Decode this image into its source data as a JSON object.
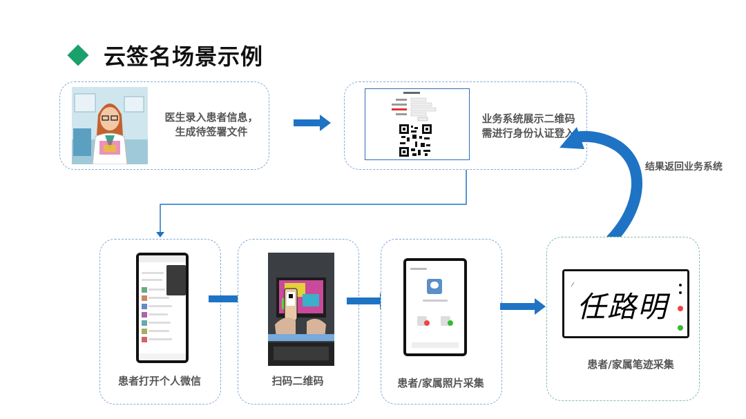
{
  "title": "云签名场景示例",
  "steps": {
    "doctor_entry": "医生录入患者信息，\n生成待签署文件",
    "show_qr": "业务系统展示二维码\n需进行身份认证登入",
    "return_result": "结果返回业务系统",
    "open_wechat": "患者打开个人微信",
    "scan_qr": "扫码二维码",
    "photo_capture": "患者/家属照片采集",
    "handwriting": "患者/家属笔迹采集"
  },
  "signature_text": "任路明",
  "colors": {
    "arrow": "#1f73c4",
    "box_border": "#7fa9d9",
    "box_border_green": "#79c1a5",
    "accent": "#1aa06a"
  }
}
